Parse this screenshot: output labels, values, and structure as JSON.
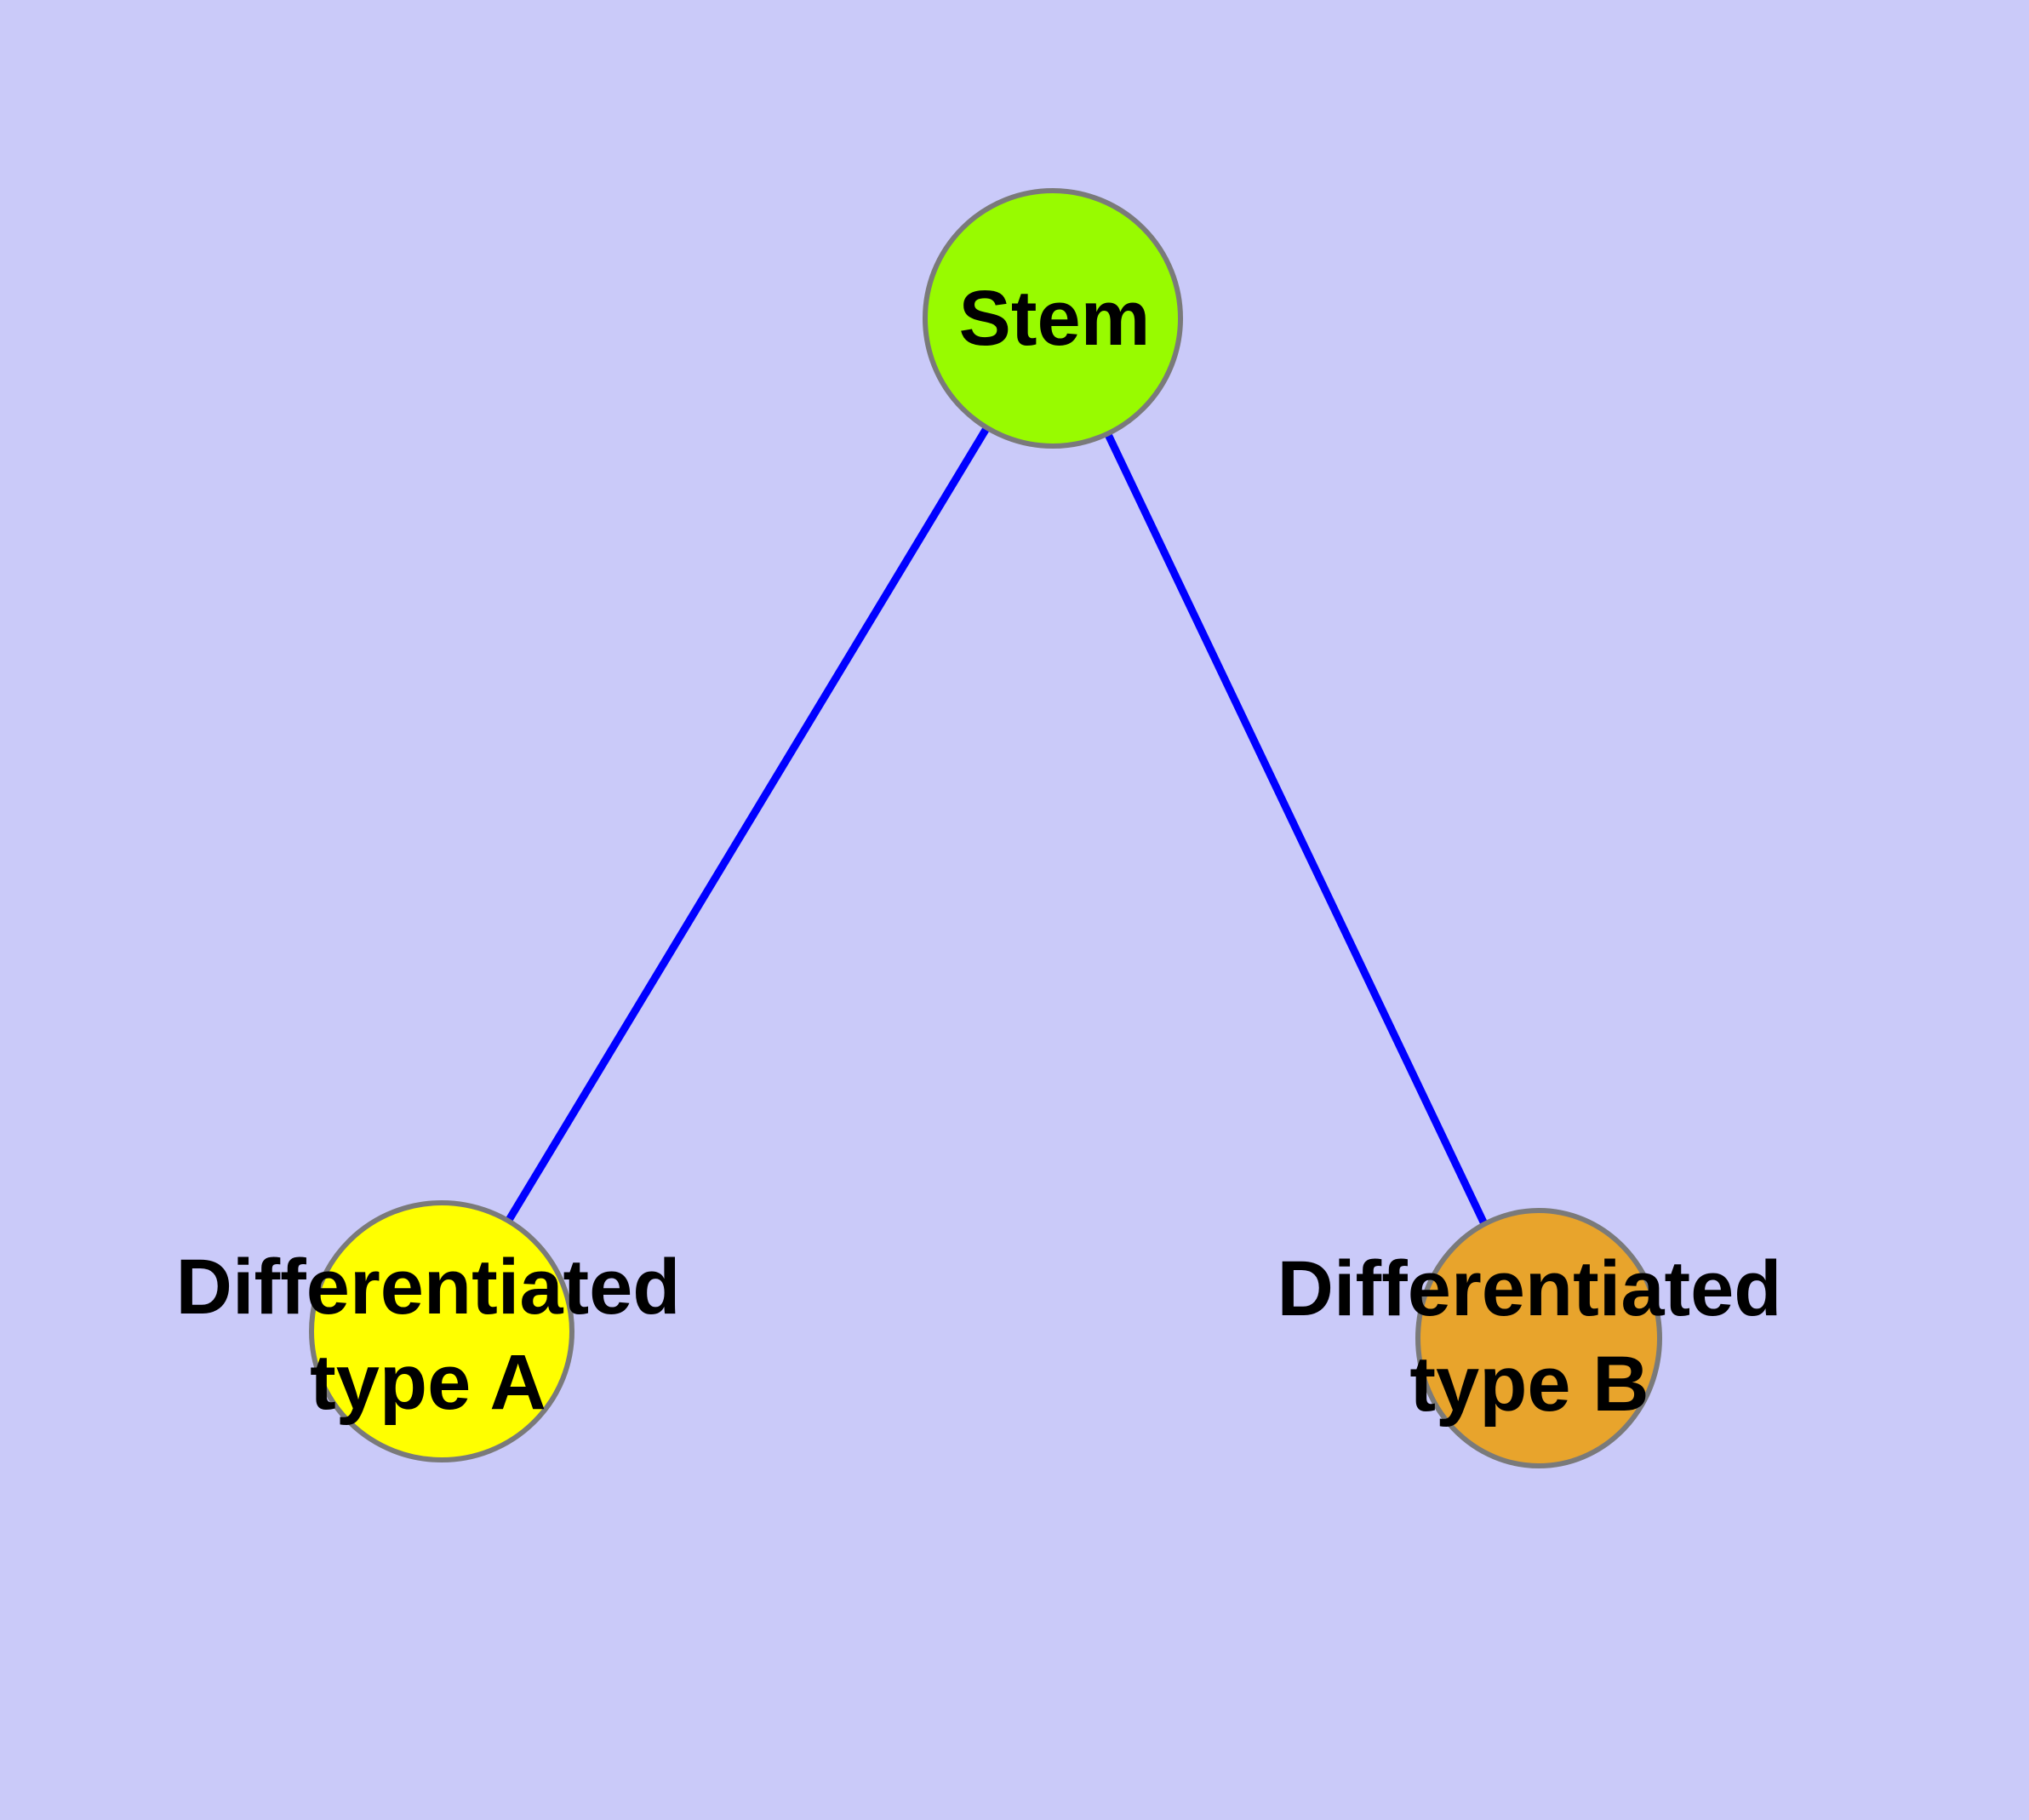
{
  "diagram": {
    "type": "graph",
    "background_color": "#CACAF9",
    "edge_color": "#0000FF",
    "node_border_color": "#7A7A7A",
    "label_color": "#000000",
    "nodes": {
      "stem": {
        "label": "Stem",
        "fill": "#98FB00"
      },
      "type_a": {
        "label": "Differentiated type A",
        "label_line1": "Differentiated",
        "label_line2": "type A",
        "fill": "#FFFF00"
      },
      "type_b": {
        "label": "Differentiated type B",
        "label_line1": "Differentiated",
        "label_line2": "type B",
        "fill": "#E8A42C"
      }
    },
    "edges": [
      {
        "from": "Stem",
        "to": "Differentiated type A"
      },
      {
        "from": "Stem",
        "to": "Differentiated type B"
      }
    ]
  }
}
